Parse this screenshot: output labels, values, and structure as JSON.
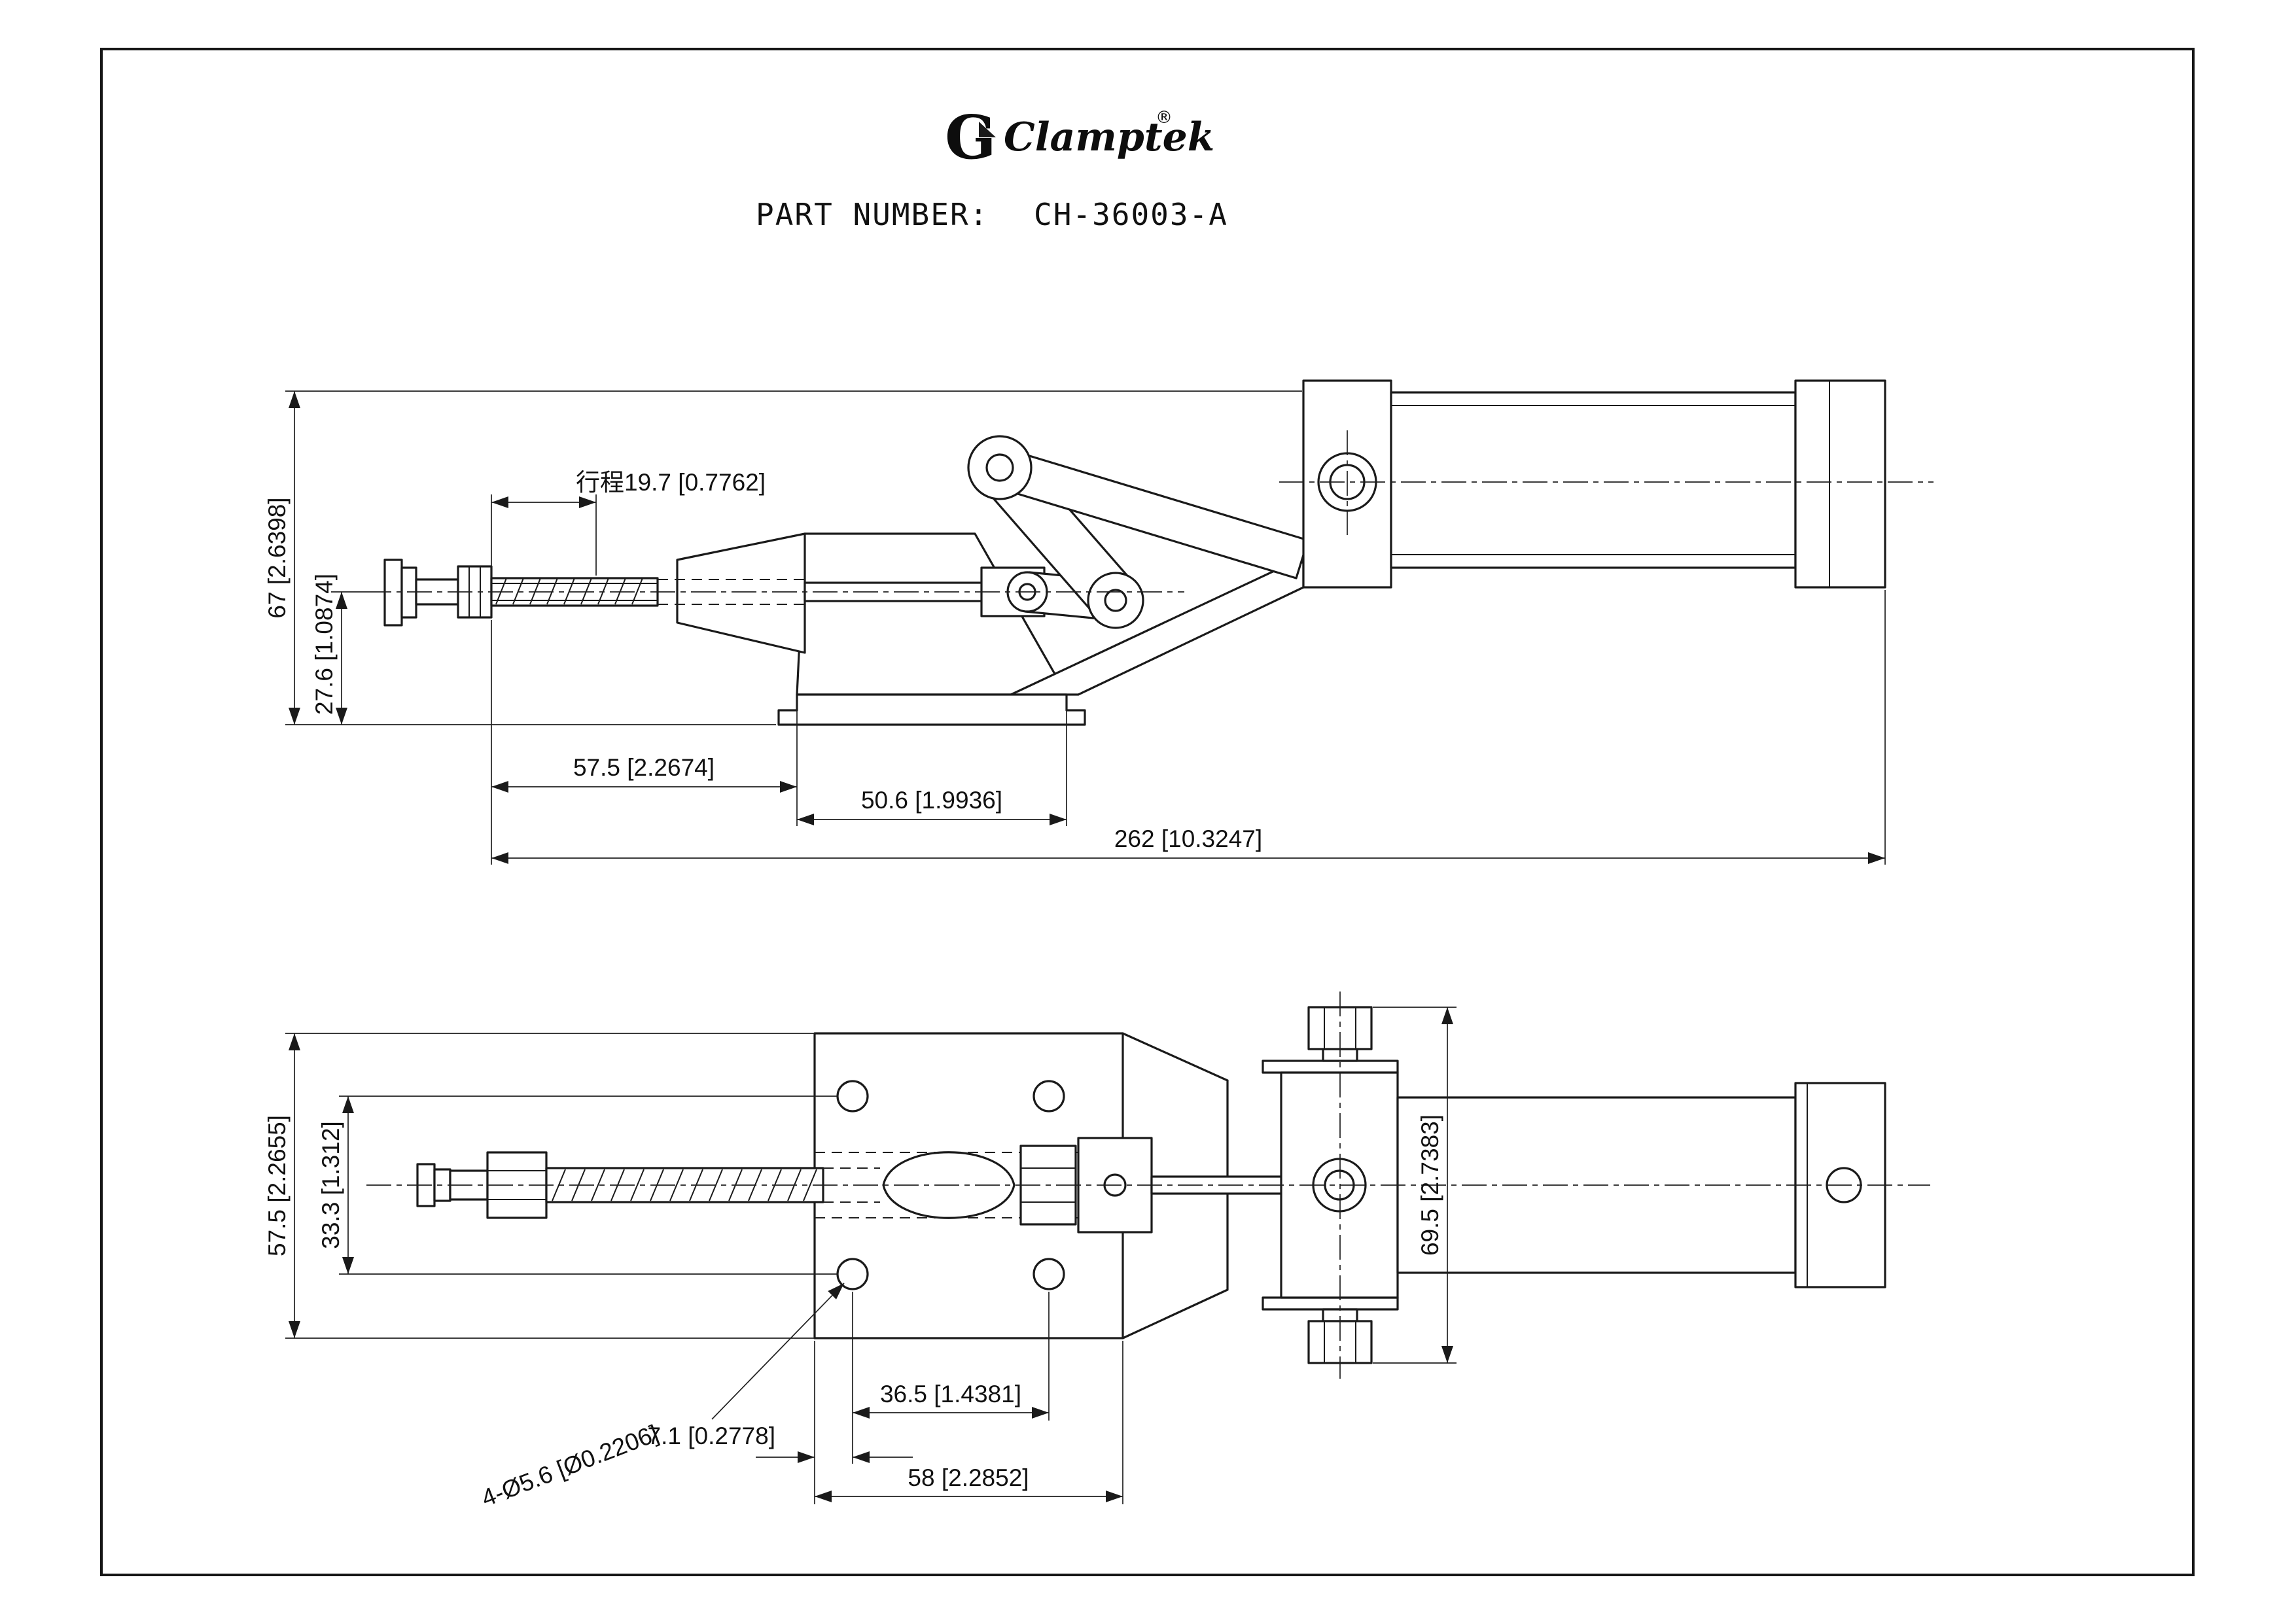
{
  "title_block": {
    "logo_letter": "G",
    "brand": "Clamptek",
    "registered_mark": "®",
    "part_number_label": "PART NUMBER:",
    "part_number": "CH-36003-A"
  },
  "front_view": {
    "dims": {
      "stroke": "行程19.7 [0.7762]",
      "overall_height": "67 [2.6398]",
      "axis_height": "27.6 [1.0874]",
      "rod_length": "57.5 [2.2674]",
      "base_length": "50.6 [1.9936]",
      "overall_length": "262 [10.3247]"
    }
  },
  "top_view": {
    "dims": {
      "body_width": "57.5 [2.2655]",
      "hole_spacing_width": "33.3 [1.312]",
      "cylinder_height": "69.5 [2.7383]",
      "hole_spacing_length": "36.5 [1.4381]",
      "hole_edge_offset": "7.1 [0.2778]",
      "plate_length": "58 [2.2852]",
      "holes_callout": "4-Ø5.6 [Ø0.2206]"
    }
  }
}
